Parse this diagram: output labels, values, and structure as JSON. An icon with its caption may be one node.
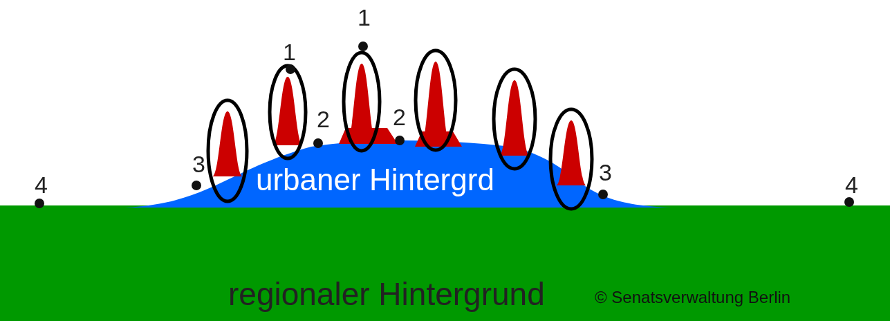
{
  "diagram": {
    "nodes": [
      {
        "text": [
          "urbaner Hintergrd"
        ]
      },
      {
        "text": [
          "regionaler Hintergrund"
        ]
      }
    ],
    "edges": [],
    "labels": [
      "1",
      "1",
      "2",
      "2",
      "3",
      "3",
      "4",
      "4",
      "© Senatsverwaltung Berlin"
    ]
  }
}
